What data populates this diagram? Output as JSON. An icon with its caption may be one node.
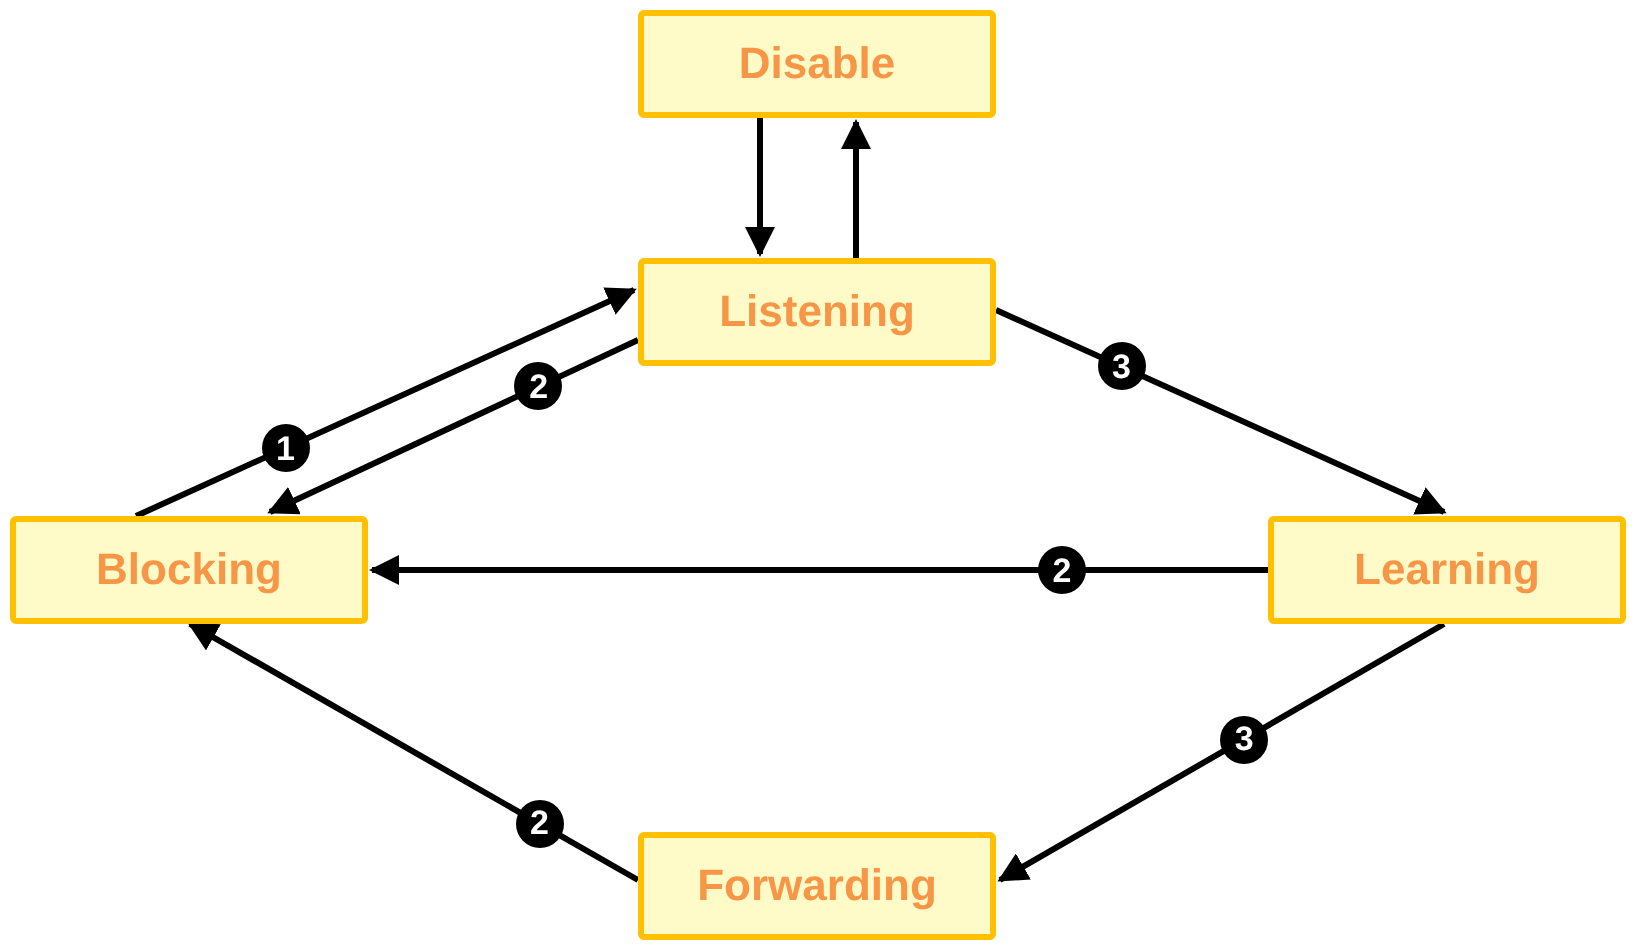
{
  "diagram": {
    "nodes": [
      {
        "text": [
          "Disable"
        ]
      },
      {
        "text": [
          "Listening"
        ]
      },
      {
        "text": [
          "Blocking"
        ]
      },
      {
        "text": [
          "Learning"
        ]
      },
      {
        "text": [
          "Forwarding"
        ]
      }
    ],
    "edges": [
      {
        "from": 0,
        "to": 1,
        "arrow": "to"
      },
      {
        "from": 1,
        "to": 0,
        "arrow": "to"
      },
      {
        "from": 2,
        "to": 1,
        "arrow": "to",
        "label": "1"
      },
      {
        "from": 1,
        "to": 2,
        "arrow": "to",
        "label": "2"
      },
      {
        "from": 1,
        "to": 3,
        "arrow": "to",
        "label": "3"
      },
      {
        "from": 3,
        "to": 2,
        "arrow": "to",
        "label": "2"
      },
      {
        "from": 3,
        "to": 4,
        "arrow": "to",
        "label": "3"
      },
      {
        "from": 4,
        "to": 2,
        "arrow": "to",
        "label": "2"
      }
    ]
  }
}
